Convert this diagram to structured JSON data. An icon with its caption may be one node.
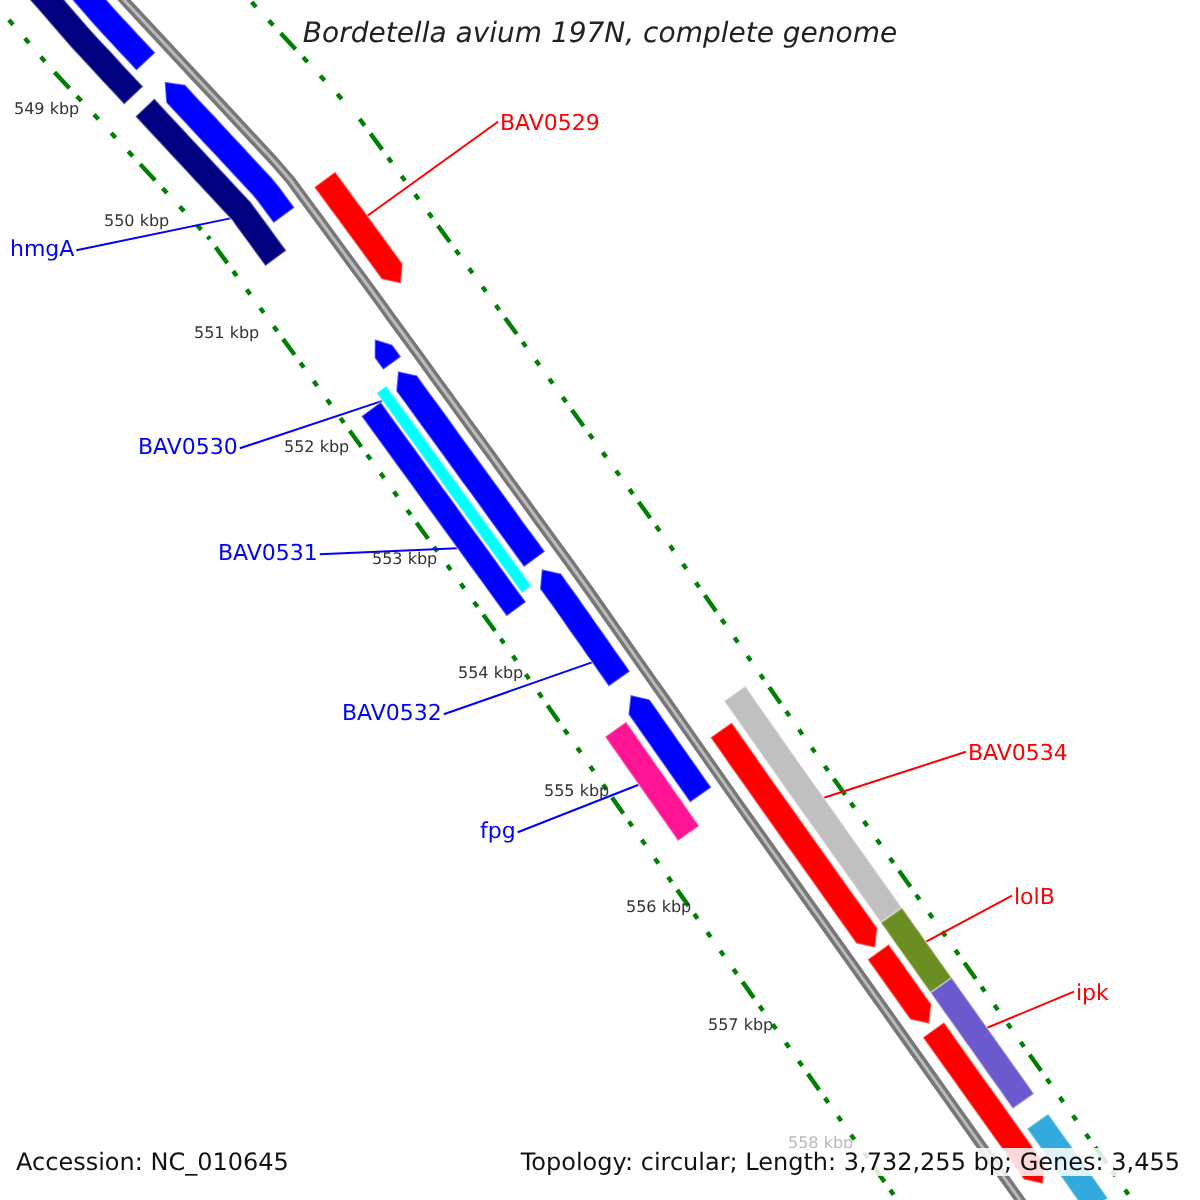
{
  "diagram": {
    "title": "Bordetella avium 197N, complete genome",
    "nodes": [
      {
        "text": [
          "BAV0529"
        ]
      },
      {
        "text": [
          "hmgA"
        ]
      },
      {
        "text": [
          "BAV0530"
        ]
      },
      {
        "text": [
          "BAV0531"
        ]
      },
      {
        "text": [
          "BAV0532"
        ]
      },
      {
        "text": [
          "fpg"
        ]
      },
      {
        "text": [
          "BAV0534"
        ]
      },
      {
        "text": [
          "lolB"
        ]
      },
      {
        "text": [
          "ipk"
        ]
      },
      {
        "text": [],
        "shape": "bar"
      },
      {
        "text": [],
        "shape": "bar"
      },
      {
        "text": [],
        "shape": "bar"
      },
      {
        "text": [],
        "shape": "bar"
      },
      {
        "text": [],
        "shape": "bar"
      },
      {
        "text": [],
        "shape": "bar"
      },
      {
        "text": [],
        "shape": "bar"
      },
      {
        "text": [],
        "shape": "bar"
      },
      {
        "text": [],
        "shape": "bar"
      },
      {
        "text": [],
        "shape": "bar"
      },
      {
        "text": [],
        "shape": "bar"
      },
      {
        "text": [],
        "shape": "bar"
      },
      {
        "text": [],
        "shape": "bar"
      },
      {
        "text": [],
        "shape": "bar"
      },
      {
        "text": [],
        "shape": "bar"
      },
      {
        "text": [],
        "shape": "bar"
      },
      {
        "text": [],
        "shape": "bar"
      },
      {
        "text": [],
        "shape": "bar"
      },
      {
        "text": [],
        "shape": "bar"
      }
    ],
    "edges": [
      {
        "from": 0,
        "to": 13,
        "arrow": "none",
        "color": "#ff0000"
      },
      {
        "from": 1,
        "to": 12,
        "arrow": "none"
      },
      {
        "from": 2,
        "to": 16,
        "arrow": "none"
      },
      {
        "from": 3,
        "to": 17,
        "arrow": "none"
      },
      {
        "from": 4,
        "to": 18,
        "arrow": "none"
      },
      {
        "from": 5,
        "to": 20,
        "arrow": "none"
      },
      {
        "from": 6,
        "to": 21,
        "arrow": "none",
        "color": "#ff0000"
      },
      {
        "from": 7,
        "to": 23,
        "arrow": "none",
        "color": "#ff0000"
      },
      {
        "from": 8,
        "to": 25,
        "arrow": "none",
        "color": "#ff0000"
      }
    ],
    "labels": [
      "549 kbp",
      "550 kbp",
      "551 kbp",
      "552 kbp",
      "553 kbp",
      "554 kbp",
      "555 kbp",
      "556 kbp",
      "557 kbp",
      "558 kbp",
      "Accession: NC_010645",
      "Topology: circular; Length: 3,732,255 bp; Genes: 3,455"
    ]
  }
}
